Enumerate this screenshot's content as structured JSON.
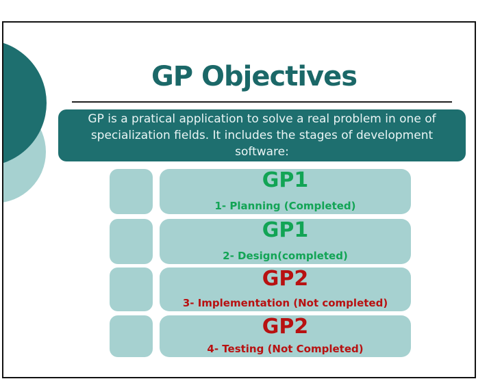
{
  "slide": {
    "title": "GP Objectives",
    "description_lines": [
      "GP is a pratical application to solve a real problem in one of",
      "specialization fields. It includes the stages of development",
      "software:"
    ],
    "rows": [
      {
        "gp": "GP1",
        "stage": "1- Planning (Completed)",
        "status": "completed",
        "color": "#12A455"
      },
      {
        "gp": "GP1",
        "stage": "2- Design(completed)",
        "status": "completed",
        "color": "#12A455"
      },
      {
        "gp": "GP2",
        "stage": "3- Implementation (Not completed)",
        "status": "not-completed",
        "color": "#B81111"
      },
      {
        "gp": "GP2",
        "stage": "4- Testing (Not Completed)",
        "status": "not-completed",
        "color": "#B81111"
      }
    ],
    "colors": {
      "teal_dark": "#1E6F6F",
      "teal_light": "#A6D1D0",
      "title_teal": "#1B6868",
      "completed_green": "#12A455",
      "not_completed_red": "#B81111",
      "border_black": "#111111",
      "description_text": "#EAF5F5"
    }
  }
}
